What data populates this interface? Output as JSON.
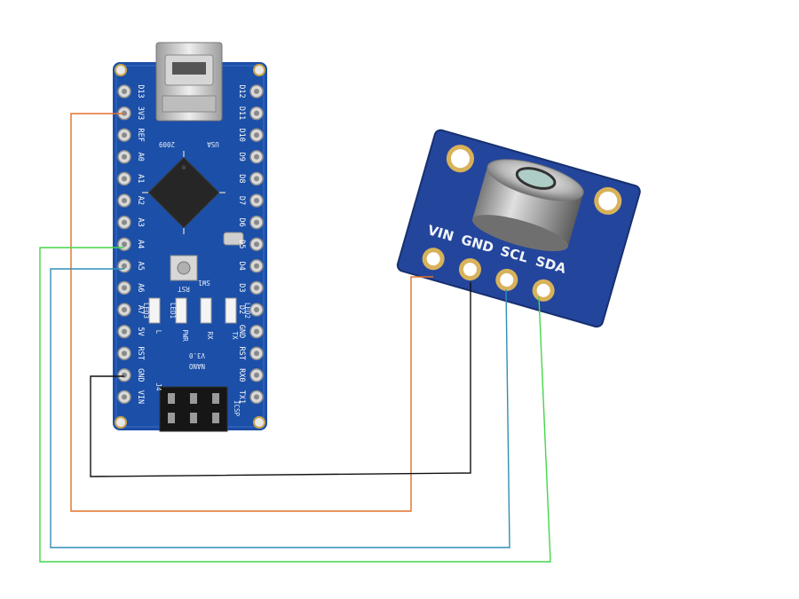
{
  "arduino": {
    "left_pins": [
      "D13",
      "3V3",
      "REF",
      "A0",
      "A1",
      "A2",
      "A3",
      "A4",
      "A5",
      "A6",
      "A7",
      "5V",
      "RST",
      "GND",
      "VIN"
    ],
    "right_pins": [
      "D12",
      "D11",
      "D10",
      "D9",
      "D8",
      "D7",
      "D6",
      "D5",
      "D4",
      "D3",
      "D2",
      "GND",
      "RST",
      "RX0",
      "TX1"
    ],
    "board_text": {
      "year": "2009",
      "usa": "USA",
      "nano": "NANO",
      "version": "V3.0",
      "rst": "RST",
      "sw": "SW1",
      "led_tx": "TX",
      "led_rx": "RX",
      "led_pwr": "PWR",
      "led_l": "L",
      "led_d1": "LED1",
      "led_d2": "LED2",
      "led_d3": "LED3",
      "icsp": "ICSP",
      "j4": "J4"
    }
  },
  "sensor": {
    "pins": [
      "VIN",
      "GND",
      "SCL",
      "SDA"
    ]
  },
  "wires": [
    {
      "from": "3V3",
      "to": "VIN",
      "color": "#e2702a"
    },
    {
      "from": "A4",
      "to": "SDA",
      "color": "#44d64a"
    },
    {
      "from": "A5",
      "to": "SCL",
      "color": "#2f8fb5"
    },
    {
      "from": "GND",
      "to": "GND",
      "color": "#111111"
    }
  ],
  "colors": {
    "pcb_blue": "#1b4fa8",
    "sensor_pcb": "#24459c",
    "gold": "#d8b25a"
  }
}
